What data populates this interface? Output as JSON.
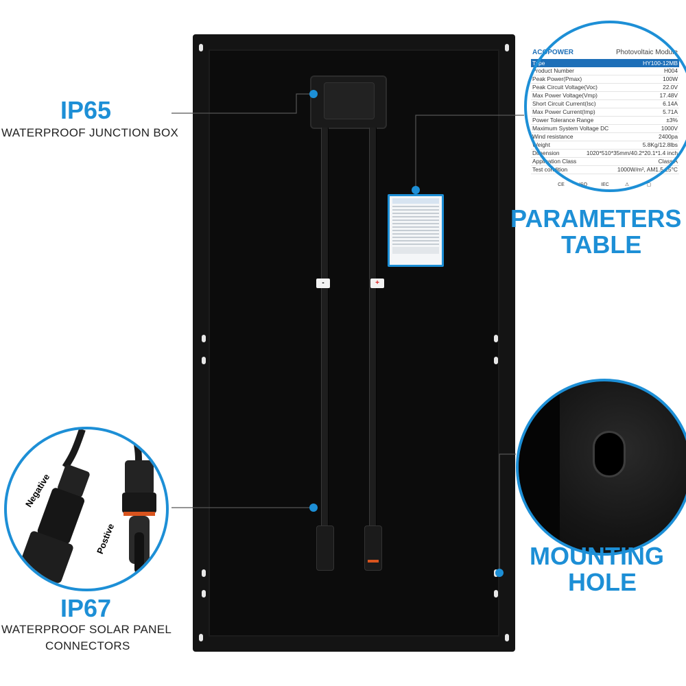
{
  "colors": {
    "accent": "#1d8fd6",
    "panel": "#141414",
    "text": "#222222"
  },
  "junction_box": {
    "heading": "IP65",
    "subtitle": "WATERPROOF JUNCTION BOX"
  },
  "parameters": {
    "heading_line1": "PARAMETERS",
    "heading_line2": "TABLE",
    "brand": "ACOPOWER",
    "module_type_label": "Photovoltaic Module",
    "type_label": "Type",
    "type_value": "HY100-12MB",
    "rows": [
      {
        "label": "Product Number",
        "value": "H004"
      },
      {
        "label": "Peak Power(Pmax)",
        "value": "100W"
      },
      {
        "label": "Peak Circuit Voltage(Voc)",
        "value": "22.0V"
      },
      {
        "label": "Max Power Voltage(Vmp)",
        "value": "17.48V"
      },
      {
        "label": "Short Circuit Current(Isc)",
        "value": "6.14A"
      },
      {
        "label": "Max Power Current(Imp)",
        "value": "5.71A"
      },
      {
        "label": "Power Tolerance Range",
        "value": "±3%"
      },
      {
        "label": "Maximum System Voltage DC",
        "value": "1000V"
      },
      {
        "label": "Wind resistance",
        "value": "2400pa"
      },
      {
        "label": "Weight",
        "value": "5.8Kg/12.8lbs"
      },
      {
        "label": "Dimension",
        "value": "1020*510*35mm/40.2*20.1*1.4 inch"
      },
      {
        "label": "Application Class",
        "value": "Class A"
      },
      {
        "label": "Test condition",
        "value": "1000W/m², AM1.5,25°C"
      }
    ],
    "certs": [
      "CE",
      "ISO",
      "IEC",
      "⚠",
      "▢"
    ]
  },
  "mounting": {
    "heading_line1": "MOUNTING",
    "heading_line2": "HOLE"
  },
  "connectors": {
    "heading": "IP67",
    "subtitle_line1": "WATERPROOF SOLAR PANEL",
    "subtitle_line2": "CONNECTORS",
    "negative_label": "Negative",
    "positive_label": "Postive",
    "minus_tag": "-",
    "plus_tag": "+"
  }
}
